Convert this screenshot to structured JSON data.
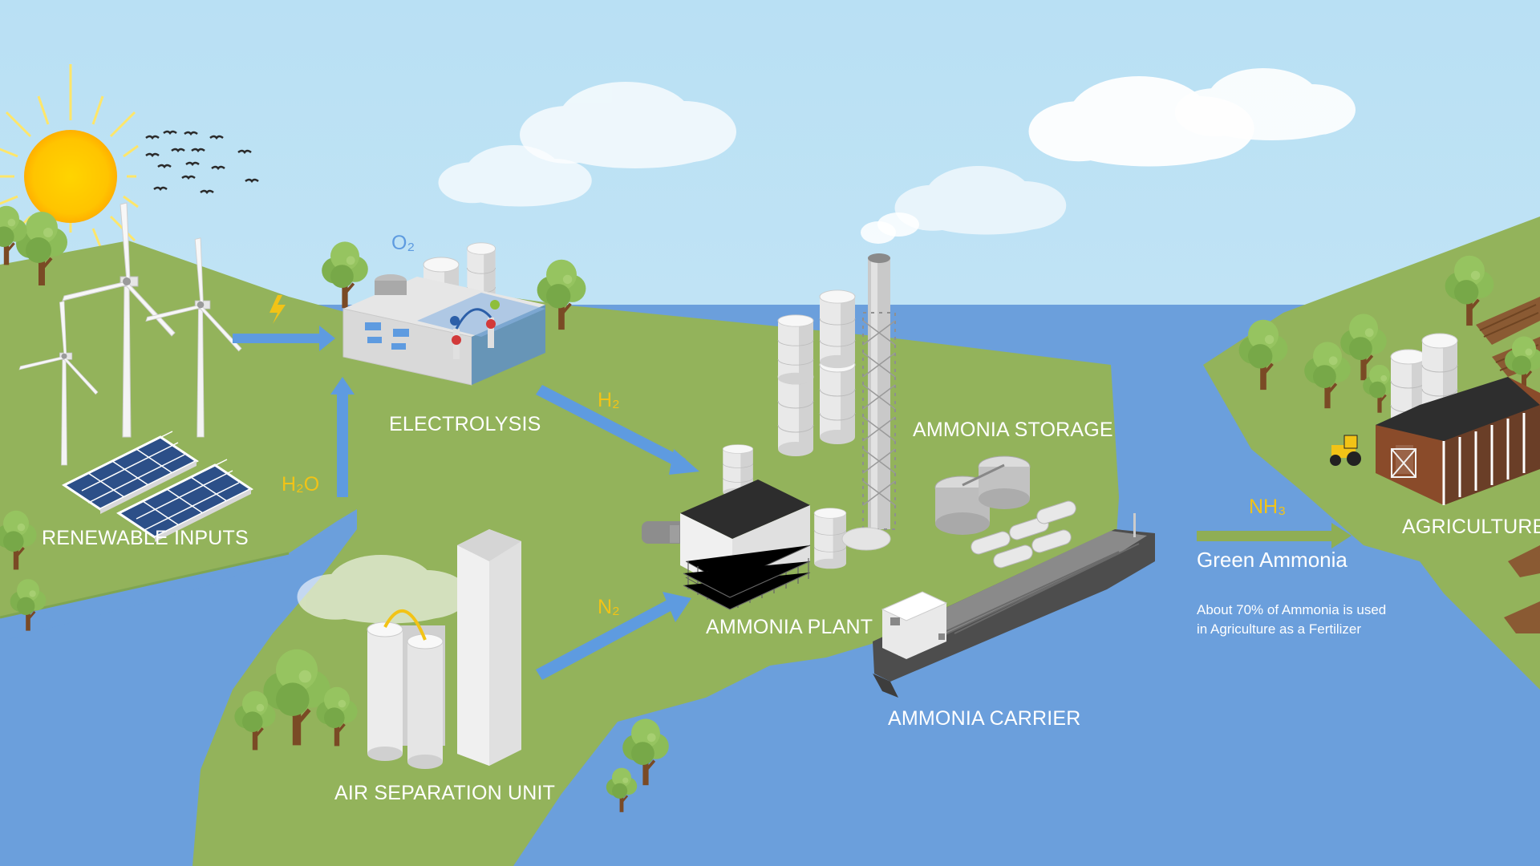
{
  "labels": {
    "renewable_inputs": "RENEWABLE INPUTS",
    "electrolysis": "ELECTROLYSIS",
    "air_separation_unit": "AIR SEPARATION UNIT",
    "ammonia_plant": "AMMONIA PLANT",
    "ammonia_storage": "AMMONIA STORAGE",
    "ammonia_carrier": "AMMONIA CARRIER",
    "agriculture": "AGRICULTURE"
  },
  "chemicals": {
    "o2": "O₂",
    "h2": "H₂",
    "h2o": "H₂O",
    "n2": "N₂",
    "nh3": "NH₃"
  },
  "product": {
    "name": "Green Ammonia",
    "note_line1": "About 70% of Ammonia is used",
    "note_line2": "in Agriculture as a Fertilizer"
  },
  "colors": {
    "sky": "#bfe3f5",
    "land": "#93b35b",
    "water": "#6b9fdc",
    "arrow": "#5e9be0",
    "label_yellow": "#f2c316",
    "nh3_arrow": "#8fae55"
  }
}
